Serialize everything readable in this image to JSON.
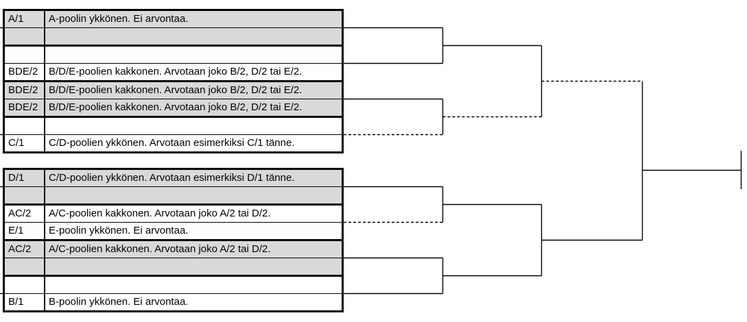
{
  "bracket": {
    "colors": {
      "shaded_row": "#d9d9d9",
      "row_background": "#ffffff",
      "border": "#000000",
      "line": "#000000"
    },
    "upper_table": {
      "blocks": [
        {
          "shaded": true,
          "rows": [
            {
              "code": "A/1",
              "desc": "A-poolin ykkönen. Ei arvontaa."
            },
            {
              "code": "",
              "desc": ""
            }
          ]
        },
        {
          "shaded": false,
          "rows": [
            {
              "code": "",
              "desc": ""
            },
            {
              "code": "BDE/2",
              "desc": "B/D/E-poolien kakkonen. Arvotaan joko B/2, D/2 tai E/2."
            }
          ]
        },
        {
          "shaded": true,
          "rows": [
            {
              "code": "BDE/2",
              "desc": "B/D/E-poolien kakkonen. Arvotaan joko B/2, D/2 tai E/2."
            },
            {
              "code": "BDE/2",
              "desc": "B/D/E-poolien kakkonen. Arvotaan joko B/2, D/2 tai E/2."
            }
          ]
        },
        {
          "shaded": false,
          "rows": [
            {
              "code": "",
              "desc": ""
            },
            {
              "code": "C/1",
              "desc": "C/D-poolien ykkönen. Arvotaan esimerkiksi C/1 tänne."
            }
          ]
        }
      ]
    },
    "lower_table": {
      "blocks": [
        {
          "shaded": true,
          "rows": [
            {
              "code": "D/1",
              "desc": "C/D-poolien ykkönen. Arvotaan esimerkiksi D/1 tänne."
            },
            {
              "code": "",
              "desc": ""
            }
          ]
        },
        {
          "shaded": false,
          "rows": [
            {
              "code": "AC/2",
              "desc": "A/C-poolien kakkonen. Arvotaan joko A/2 tai D/2."
            },
            {
              "code": "E/1",
              "desc": "E-poolin ykkönen. Ei arvontaa."
            }
          ]
        },
        {
          "shaded": true,
          "rows": [
            {
              "code": "AC/2",
              "desc": "A/C-poolien kakkonen. Arvotaan joko A/2 tai D/2."
            },
            {
              "code": "",
              "desc": ""
            }
          ]
        },
        {
          "shaded": false,
          "rows": [
            {
              "code": "",
              "desc": ""
            },
            {
              "code": "B/1",
              "desc": "B-poolin ykkönen. Ei arvontaa."
            }
          ]
        }
      ]
    }
  }
}
